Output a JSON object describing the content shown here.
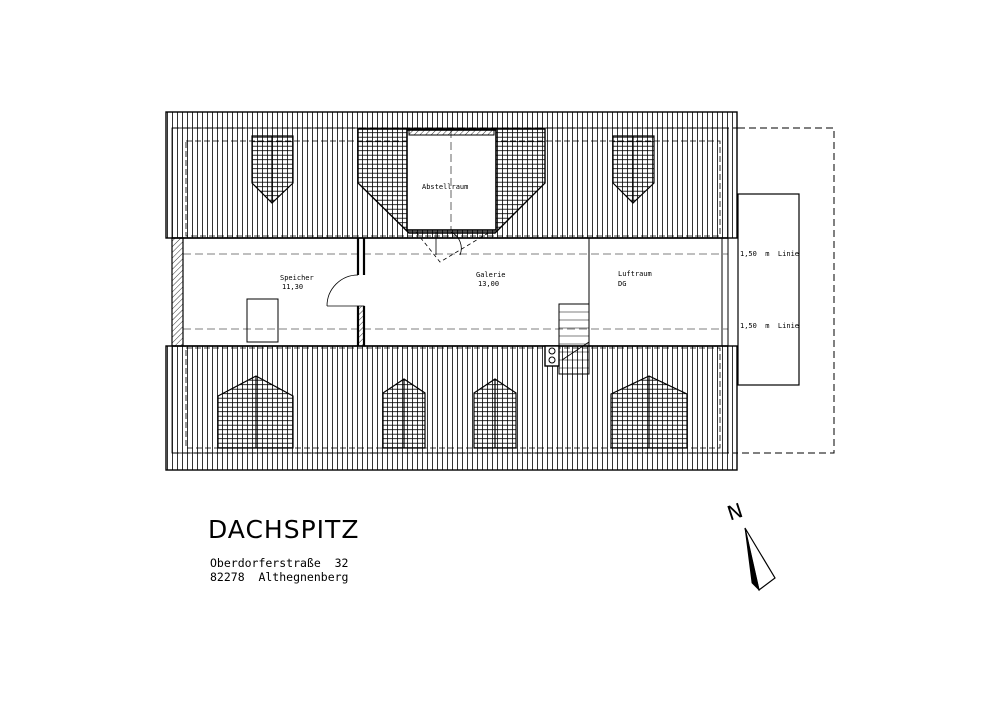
{
  "rooms": {
    "abstellraum": "Abstellraum",
    "speicher_name": "Speicher",
    "speicher_area": "11,30",
    "galerie_name": "Galerie",
    "galerie_area": "13,00",
    "luftraum_name": "Luftraum",
    "luftraum_sub": "DG"
  },
  "dimensions": {
    "line_top": "1,50  m  Linie",
    "line_bottom": "1,50  m  Linie"
  },
  "title_block": {
    "name": "DACHSPITZ",
    "street": "Oberdorferstraße  32",
    "city": "82278  Althegnenberg"
  },
  "compass": {
    "label": "N"
  }
}
